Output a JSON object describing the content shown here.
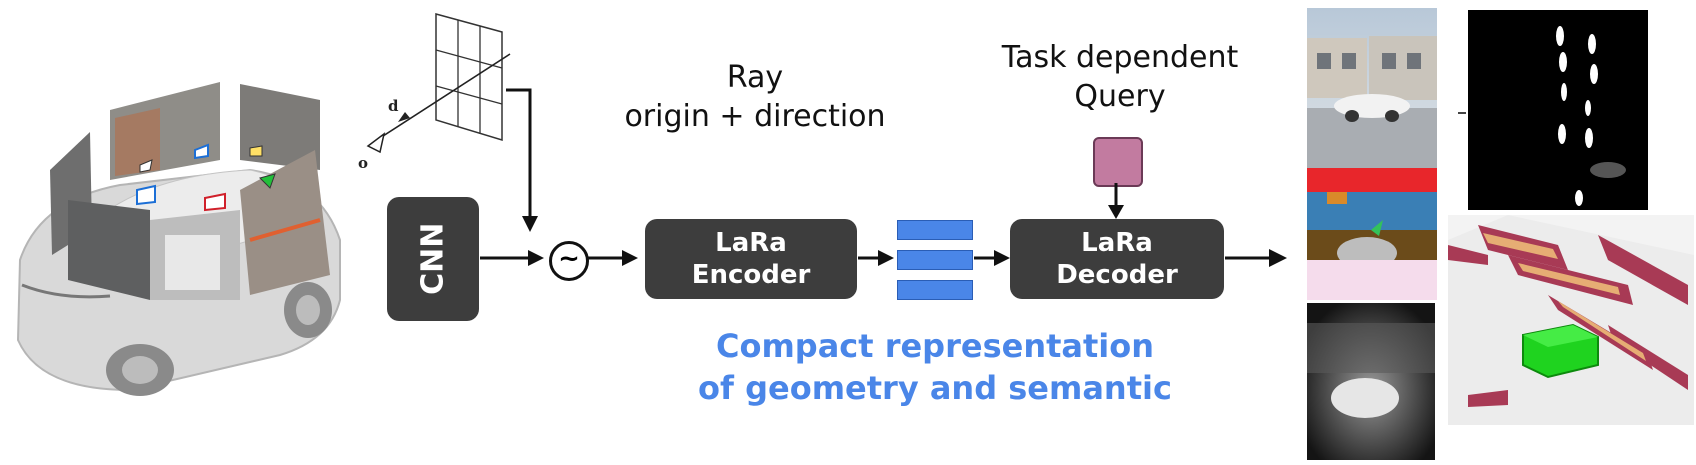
{
  "pipeline": {
    "cnn_label": "CNN",
    "encoder_label": "LaRa\nEncoder",
    "decoder_label": "LaRa\nDecoder",
    "ray_label": "Ray\norigin + direction",
    "query_label": "Task dependent\nQuery",
    "representation_label": "Compact representation\nof geometry and semantic",
    "fourier_symbol": "~",
    "origin_symbol": "o",
    "direction_symbol": "d"
  },
  "colors": {
    "box": "#3d3d3d",
    "latent": "#4a86e8",
    "query": "#c27ba0",
    "accent_text": "#4a86e8"
  }
}
